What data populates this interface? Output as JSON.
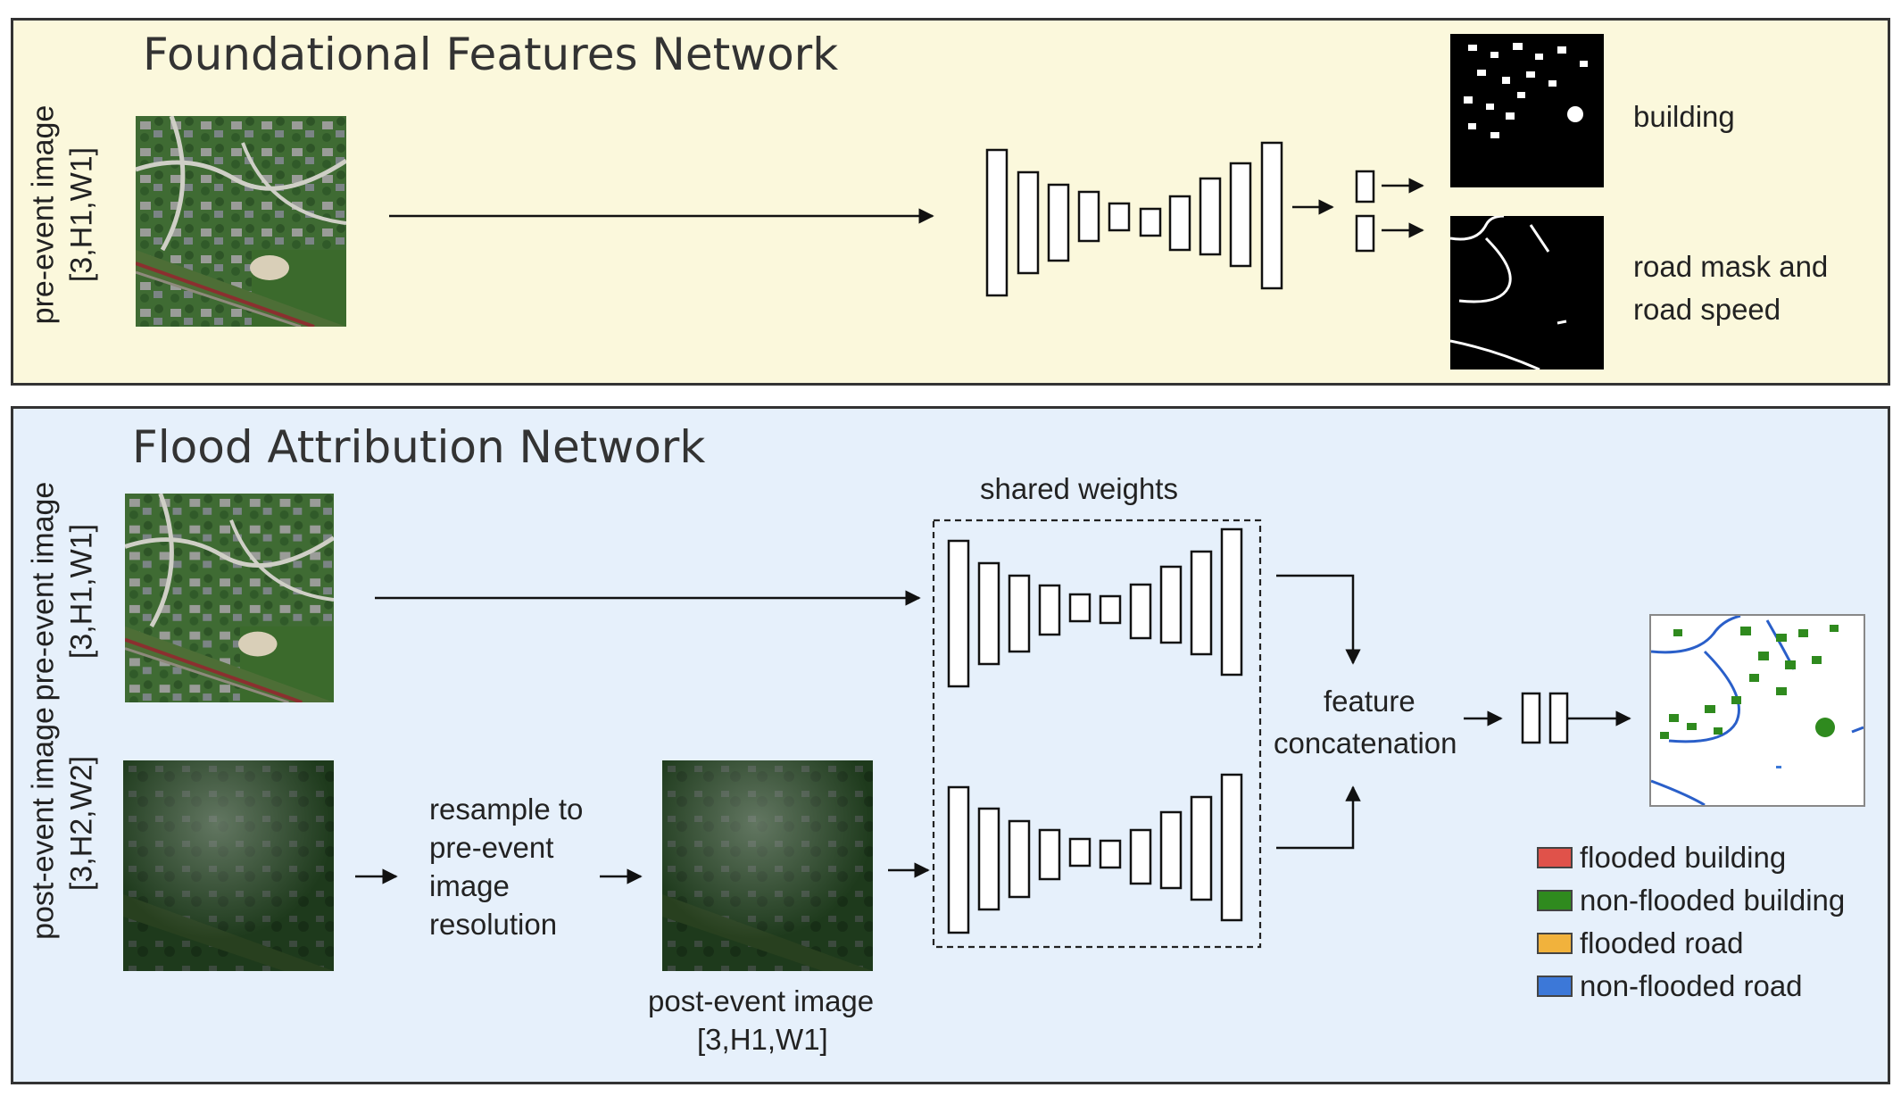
{
  "foundational": {
    "title": "Foundational Features Network",
    "input_label": "pre-event image",
    "input_dims": "[3,H1,W1]",
    "outputs": {
      "building": "building",
      "road_line1": "road mask and",
      "road_line2": "road speed"
    }
  },
  "flood": {
    "title": "Flood Attribution Network",
    "pre_label": "pre-event image",
    "pre_dims": "[3,H1,W1]",
    "post_label": "post-event image",
    "post_dims": "[3,H2,W2]",
    "resample_line1": "resample to",
    "resample_line2": "pre-event",
    "resample_line3": "image",
    "resample_line4": "resolution",
    "resampled_label": "post-event image",
    "resampled_dims": "[3,H1,W1]",
    "shared_weights": "shared weights",
    "concat_line1": "feature",
    "concat_line2": "concatenation"
  },
  "legend": [
    {
      "label": "flooded building",
      "color": "#e0524a"
    },
    {
      "label": "non-flooded building",
      "color": "#2f8a1e"
    },
    {
      "label": "flooded road",
      "color": "#f1b23c"
    },
    {
      "label": "non-flooded road",
      "color": "#3c78d8"
    }
  ],
  "colors": {
    "top_panel_bg": "#fbf8dc",
    "bottom_panel_bg": "#e6f0fb",
    "building_green": "#2f8a1e",
    "road_blue": "#2a5fc9"
  }
}
